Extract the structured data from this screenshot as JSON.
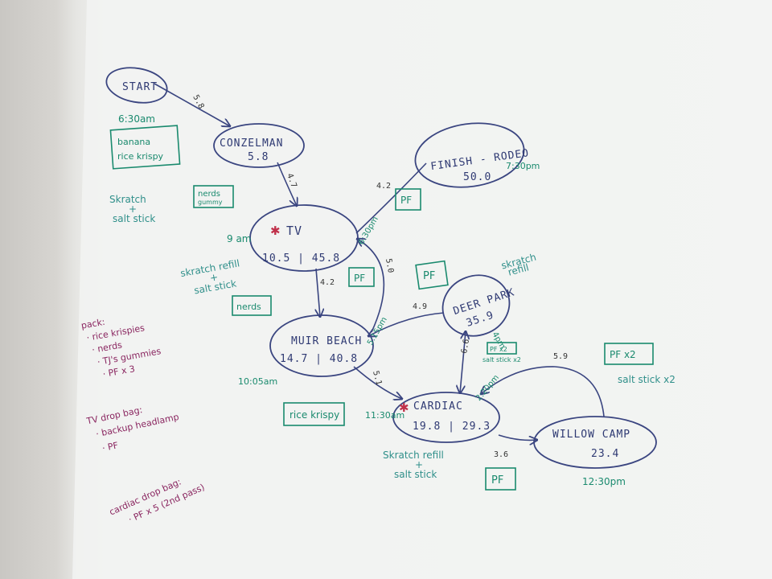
{
  "nodes": {
    "start": {
      "name": "START"
    },
    "conzelman": {
      "name": "CONZELMAN",
      "value": "5.8"
    },
    "tv": {
      "name": "TV",
      "value": "10.5 | 45.8"
    },
    "muir_beach": {
      "name": "MUIR BEACH",
      "value": "14.7 | 40.8"
    },
    "deer_park": {
      "name": "DEER PARK",
      "value": "35.9"
    },
    "cardiac": {
      "name": "CARDIAC",
      "value": "19.8 | 29.3"
    },
    "willow_camp": {
      "name": "WILLOW CAMP",
      "value": "23.4"
    },
    "finish": {
      "name": "FINISH - RODEO",
      "value": "50.0"
    }
  },
  "distances": {
    "start_conzelman": "5.8",
    "conzelman_tv": "4.7",
    "tv_muir": "4.2",
    "muir_tv": "5.0",
    "muir_cardiac": "5.1",
    "deer_muir": "4.9",
    "cardiac_deer": "6.6",
    "cardiac_willow": "3.6",
    "willow_cardiac": "5.9",
    "tv_finish": "4.2"
  },
  "times": {
    "start": "6:30am",
    "tv": "9 am",
    "tv_return": "6:30pm",
    "finish": "7:30pm",
    "muir": "10:05am",
    "muir_return": "5:15pm",
    "deer": "4pm",
    "cardiac": "11:30am",
    "cardiac_return": "2:20pm",
    "willow": "12:30pm"
  },
  "notes": {
    "banana": "banana",
    "rice_krispy_1": "rice krispy",
    "nerds_gummy_1": "nerds",
    "nerds_gummy_2": "gummy",
    "skratch_1a": "Skratch",
    "skratch_1b": "+",
    "skratch_1c": "salt stick",
    "skratch_refill_a": "skratch refill",
    "skratch_refill_b": "+",
    "skratch_refill_c": "salt stick",
    "nerds_2": "nerds",
    "pf_1": "PF",
    "pf_2": "PF",
    "pf_3": "PF",
    "deer_skratch_a": "skratch",
    "deer_skratch_b": "refill",
    "deer_pf": "PF x2",
    "deer_salt": "salt stick x2",
    "pf_x2": "PF x2",
    "salt_x2": "salt stick x2",
    "rice_krispy_2": "rice krispy",
    "cardiac_skratch_a": "Skratch refill",
    "cardiac_skratch_b": "+",
    "cardiac_skratch_c": "salt stick",
    "pf_4": "PF"
  },
  "pack": {
    "title": "pack:",
    "items": [
      "· rice krispies",
      "· nerds",
      "· TJ's gummies",
      "· PF x 3"
    ]
  },
  "tv_drop": {
    "title": "TV drop bag:",
    "items": [
      "· backup headlamp",
      "· PF"
    ]
  },
  "cardiac_drop": {
    "title": "cardiac drop bag:",
    "items": [
      "· PF x 5  (2nd pass)"
    ]
  },
  "colors": {
    "node_ink": "#3a4580",
    "green_ink": "#1a8a6e",
    "teal_ink": "#2f8f8a",
    "purple_ink": "#8a2660",
    "star": "#c0304a"
  }
}
